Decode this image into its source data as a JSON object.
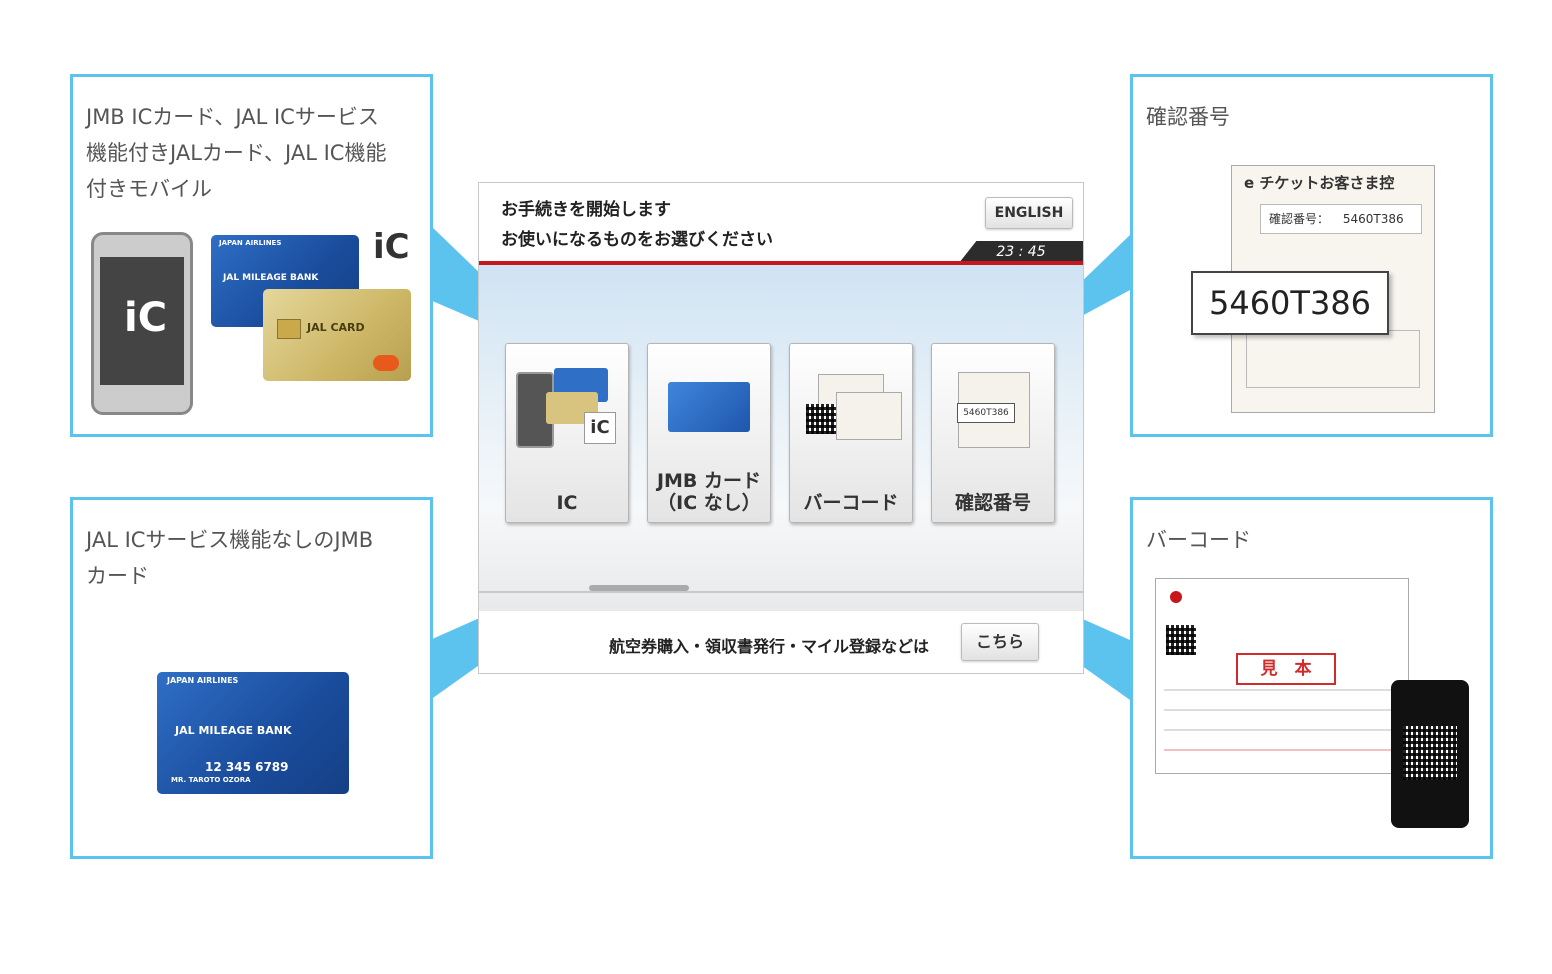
{
  "panels": {
    "ic": {
      "text_lines": [
        "JMB ICカード、JAL ICサービス",
        "機能付きJALカード、JAL IC機能",
        "付きモバイル"
      ]
    },
    "jmb": {
      "text_lines": [
        "JAL ICサービス機能なしのJMB",
        "カード"
      ]
    },
    "confirm": {
      "title": "確認番号",
      "doc_title": "e チケットお客さま控",
      "field_label": "確認番号：",
      "field_value": "5460T386",
      "callout": "5460T386"
    },
    "barcode": {
      "title": "バーコード",
      "stamp": "見　本"
    }
  },
  "kiosk": {
    "line1": "お手続きを開始します",
    "line2": "お使いになるものをお選びください",
    "english": "ENGLISH",
    "clock": "23 : 45",
    "buttons": [
      {
        "label": "IC"
      },
      {
        "label": "JMB カード",
        "sub": "（IC なし）"
      },
      {
        "label": "バーコード"
      },
      {
        "label": "確認番号"
      }
    ],
    "footer_text": "航空券購入・領収書発行・マイル登録などは",
    "footer_button": "こちら",
    "thumb_number": "5460T386"
  },
  "cards": {
    "airline": "JAPAN AIRLINES",
    "mileage_bank": "JAL MILEAGE BANK",
    "jal_card": "JAL CARD",
    "card_number": "12 345 6789",
    "holder": "MR. TAROTO OZORA"
  },
  "colors": {
    "frame": "#5cc3ee",
    "red": "#c8161d",
    "card_blue": "#1a4c9c",
    "card_gold": "#cdb766"
  },
  "icons": [
    "ic-logo-icon",
    "phone-icon",
    "qr-code-icon"
  ]
}
